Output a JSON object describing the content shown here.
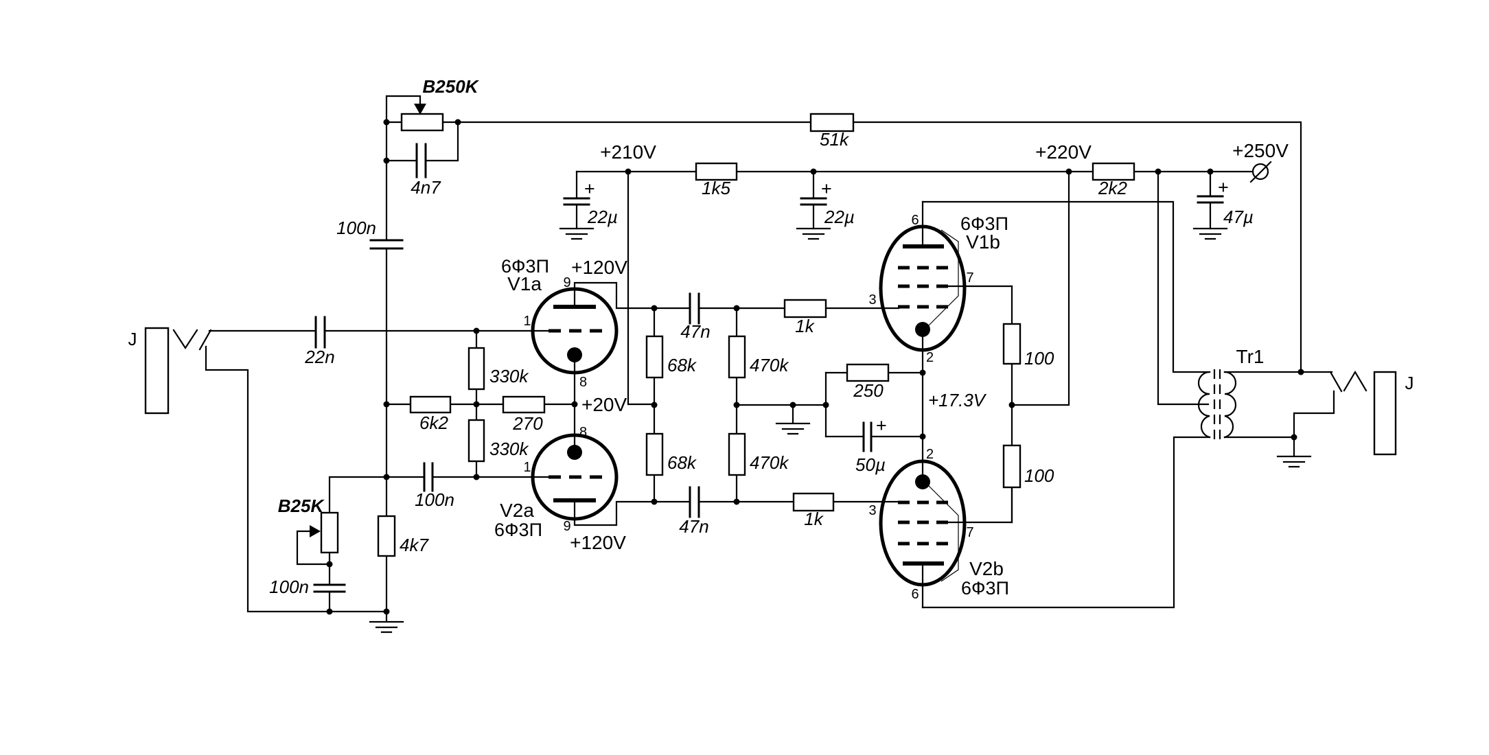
{
  "labels": {
    "jack_left": "J",
    "jack_right": "J",
    "transformer": "Tr1",
    "plus": "+"
  },
  "pots": {
    "top": "B250K",
    "bottom": "B25K"
  },
  "resistors": {
    "r51k": "51k",
    "r1k5": "1k5",
    "r2k2": "2k2",
    "r6k2": "6k2",
    "r270": "270",
    "r330k_top": "330k",
    "r330k_bottom": "330k",
    "r4k7": "4k7",
    "r68k_top": "68k",
    "r68k_bottom": "68k",
    "r470k_top": "470k",
    "r470k_bottom": "470k",
    "r1k_top": "1k",
    "r1k_bottom": "1k",
    "r250": "250",
    "r100_top": "100",
    "r100_bottom": "100"
  },
  "capacitors": {
    "c4n7": "4n7",
    "c100n_top": "100n",
    "c22n": "22n",
    "c100n_mid": "100n",
    "c100n_bottom": "100n",
    "c22u_left": "22µ",
    "c22u_right": "22µ",
    "c47u": "47µ",
    "c47n_top": "47n",
    "c47n_bottom": "47n",
    "c50u": "50µ"
  },
  "voltages": {
    "v210": "+210V",
    "v220": "+220V",
    "v250": "+250V",
    "v120_top": "+120V",
    "v120_bottom": "+120V",
    "v20": "+20V",
    "v17_3": "+17.3V"
  },
  "tubes": {
    "v1a": {
      "type": "6Ф3П",
      "name": "V1a",
      "pin_top": "9",
      "pin_left": "1",
      "pin_bottom": "8"
    },
    "v2a": {
      "type": "6Ф3П",
      "name": "V2a",
      "pin_top": "8",
      "pin_left": "1",
      "pin_bottom": "9"
    },
    "v1b": {
      "type": "6Ф3П",
      "name": "V1b",
      "pin_top": "6",
      "pin_left": "3",
      "pin_right": "7",
      "pin_bottom": "2"
    },
    "v2b": {
      "type": "6Ф3П",
      "name": "V2b",
      "pin_top": "2",
      "pin_left": "3",
      "pin_right": "7",
      "pin_bottom": "6"
    }
  }
}
